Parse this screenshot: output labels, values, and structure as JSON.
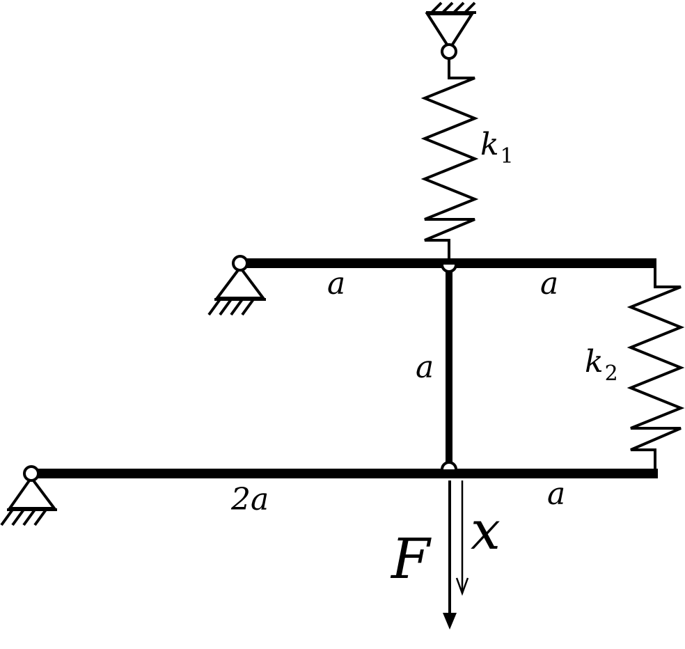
{
  "diagram": {
    "labels": {
      "k1": "k",
      "k1_sub": "1",
      "k2": "k",
      "k2_sub": "2",
      "upper_left_span": "a",
      "upper_right_span": "a",
      "vertical_link": "a",
      "lower_left_span": "2a",
      "lower_right_span": "a",
      "force": "F",
      "displacement": "x"
    },
    "colors": {
      "stroke": "#000000",
      "background": "#ffffff"
    },
    "icons": {
      "pin_support": "pin-support-icon",
      "hinge": "hinge-icon",
      "spring": "spring-icon",
      "arrow": "arrow-icon"
    }
  }
}
